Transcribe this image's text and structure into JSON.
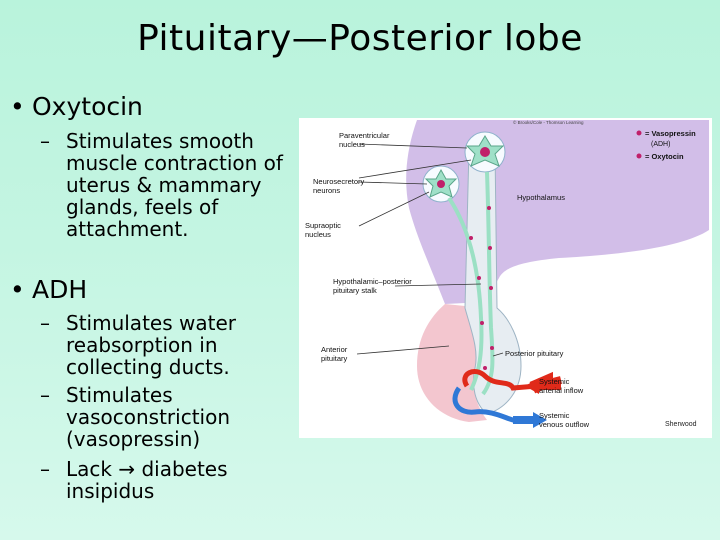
{
  "slide": {
    "title": "Pituitary—Posterior lobe",
    "bullets": [
      {
        "label": "Oxytocin",
        "subs": [
          "Stimulates smooth muscle contraction of uterus & mammary glands, feels of attachment."
        ]
      },
      {
        "label": "ADH",
        "subs": [
          "Stimulates water reabsorption in collecting ducts.",
          "Stimulates vasoconstriction (vasopressin)",
          "Lack → diabetes insipidus"
        ]
      }
    ]
  },
  "figure": {
    "copyright": "© Brooks/Cole - Thomson Learning",
    "credit": "Sherwood",
    "legend": {
      "vasopressin": "= Vasopressin",
      "adh": "(ADH)",
      "oxytocin": "= Oxytocin",
      "vasopressin_color": "#c0206a",
      "oxytocin_color": "#c0206a"
    },
    "labels": {
      "paraventricular_1": "Paraventricular",
      "paraventricular_2": "nucleus",
      "neurosecretory_1": "Neurosecretory",
      "neurosecretory_2": "neurons",
      "supraoptic_1": "Supraoptic",
      "supraoptic_2": "nucleus",
      "stalk_1": "Hypothalamic–posterior",
      "stalk_2": "pituitary stalk",
      "anterior_1": "Anterior",
      "anterior_2": "pituitary",
      "hypothalamus": "Hypothalamus",
      "posterior": "Posterior pituitary",
      "arterial_1": "Systemic",
      "arterial_2": "arterial inflow",
      "venous_1": "Systemic",
      "venous_2": "venous outflow"
    },
    "colors": {
      "hypothalamus": "#cdb7e6",
      "anterior_pituitary": "#f3c6cf",
      "arterial": "#e02a1a",
      "venous": "#2f78d6"
    }
  }
}
